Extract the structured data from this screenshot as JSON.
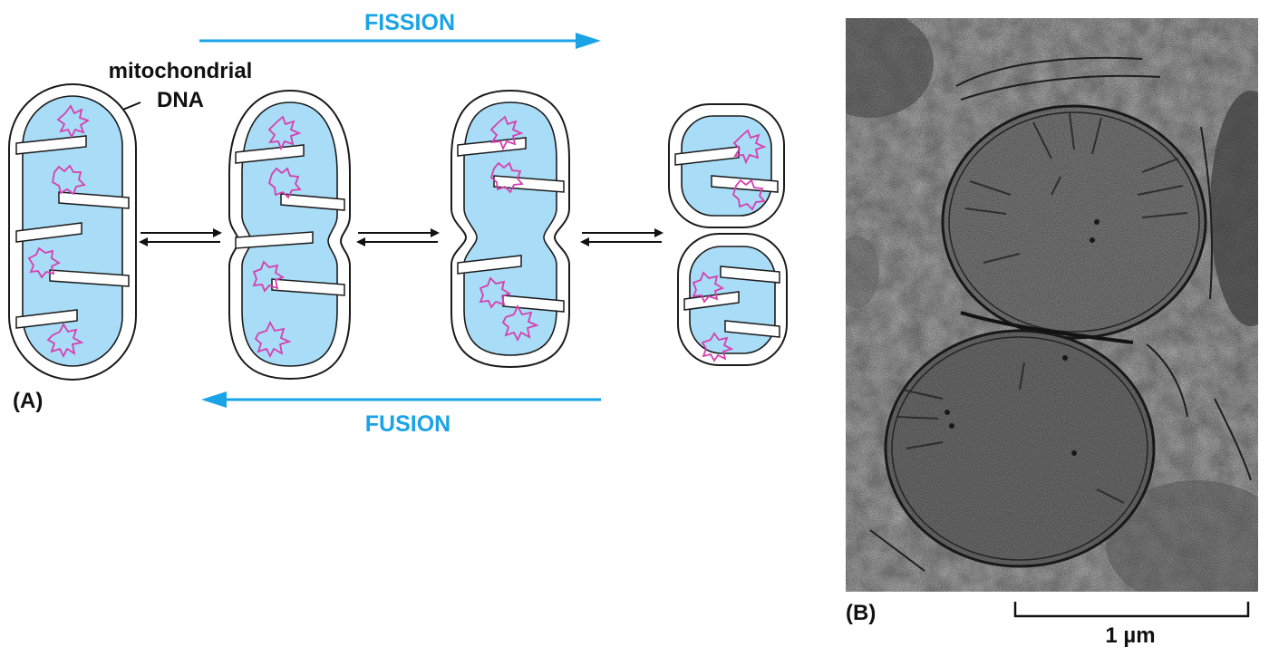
{
  "labels": {
    "fission": "FISSION",
    "fusion": "FUSION",
    "dna_line1": "mitochondrial",
    "dna_line2": "DNA",
    "panel_a": "(A)",
    "panel_b": "(B)",
    "scale": "1 µm"
  },
  "colors": {
    "matrix": "#a9dcf6",
    "dna": "#d63fb0",
    "arrow": "#1aa3e6",
    "outline": "#1b1b1b"
  },
  "icons": {
    "equilibrium": "double-arrow-icon",
    "micrograph": "electron-micrograph"
  }
}
